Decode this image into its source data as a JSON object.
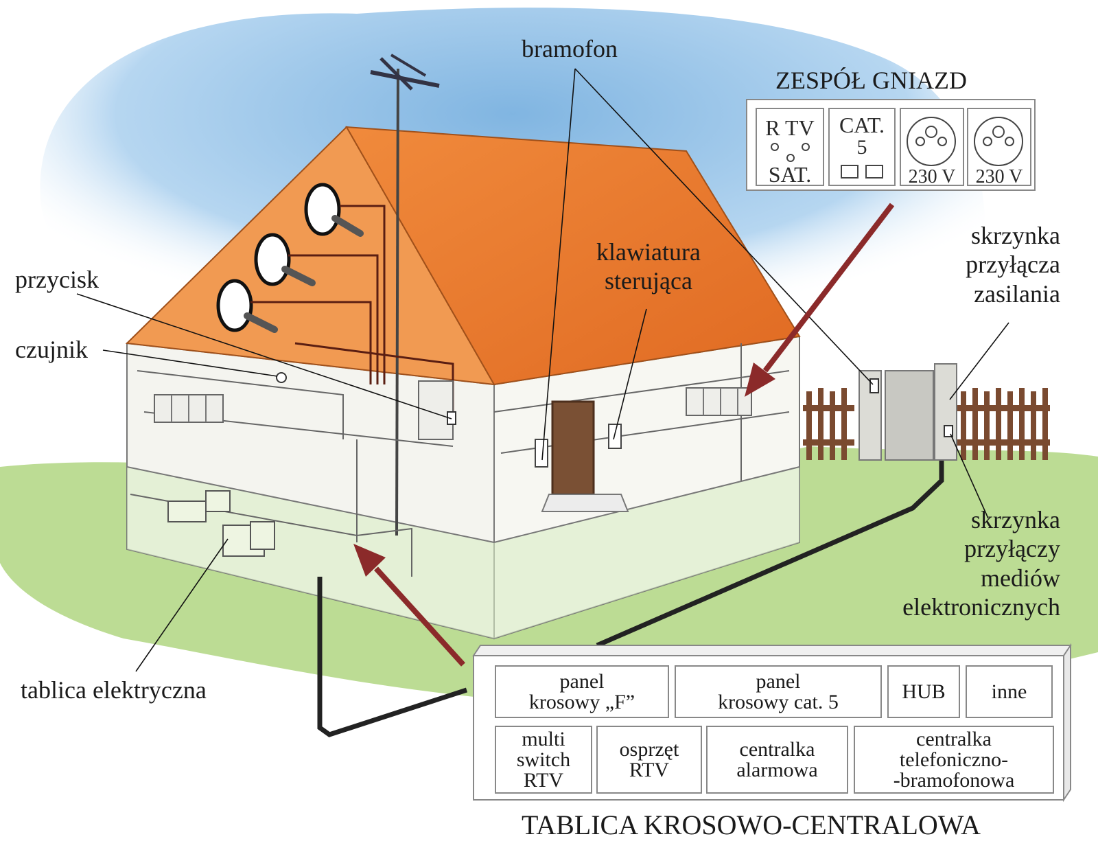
{
  "labels": {
    "bramofon": "bramofon",
    "zespol_gniazd": "ZESPÓŁ GNIAZD",
    "przycisk": "przycisk",
    "czujnik": "czujnik",
    "klawiatura": [
      "klawiatura",
      "sterująca"
    ],
    "skrzynka_zasilania": [
      "skrzynka",
      "przyłącza",
      "zasilania"
    ],
    "skrzynka_mediow": [
      "skrzynka",
      "przyłączy",
      "mediów",
      "elektronicznych"
    ],
    "tablica_elektryczna": "tablica elektryczna",
    "tablica_krosowo": "TABLICA KROSOWO-CENTRALOWA"
  },
  "socket_panel": {
    "rtv_top": "R TV",
    "rtv_bottom": "SAT.",
    "cat_line1": "CAT.",
    "cat_line2": "5",
    "power_1": "230 V",
    "power_2": "230 V"
  },
  "patch_panel": {
    "row1": [
      [
        "panel",
        "krosowy „F”"
      ],
      [
        "panel",
        "krosowy cat. 5"
      ],
      [
        "HUB"
      ],
      [
        "inne"
      ]
    ],
    "row2": [
      [
        "multi",
        "switch",
        "RTV"
      ],
      [
        "osprzęt",
        "RTV"
      ],
      [
        "centralka",
        "alarmowa"
      ],
      [
        "centralka",
        "telefoniczno-",
        "-bramofonowa"
      ]
    ]
  },
  "colors": {
    "roof": "#e8772e",
    "sky": "#7fb6e0",
    "grass": "#b5d98a",
    "arrow": "#8b2a2a",
    "door": "#7a5034"
  }
}
